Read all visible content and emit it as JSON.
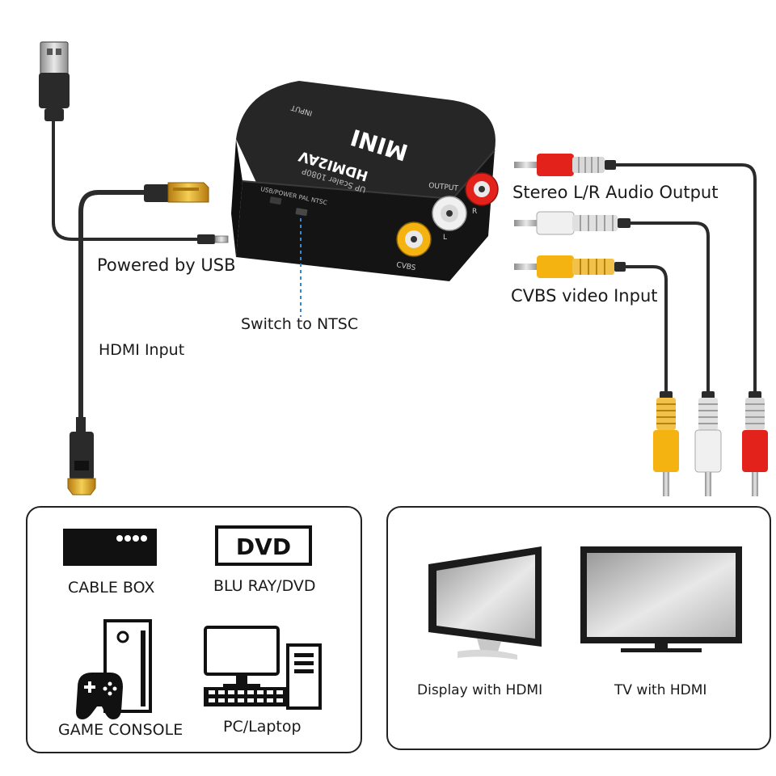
{
  "device": {
    "brand_text": "MINI",
    "model_text": "HDMI2AV",
    "sub_text": "UP Scaler 1080P",
    "input_port_text": "INPUT",
    "output_port_text": "OUTPUT",
    "side_text": "USB/POWER PAL NTSC",
    "cvbs_text": "CVBS",
    "l_text": "L",
    "r_text": "R"
  },
  "labels": {
    "stereo": "Stereo L/R Audio Output",
    "cvbs": "CVBS video Input",
    "usb": "Powered by USB",
    "ntsc": "Switch to NTSC",
    "hdmi": "HDMI Input"
  },
  "sources": {
    "cable_box": "CABLE BOX",
    "dvd_logo": "DVD",
    "bluray": "BLU RAY/DVD",
    "game_console": "GAME CONSOLE",
    "pc_laptop": "PC/Laptop"
  },
  "displays": {
    "display_hdmi": "Display with HDMI",
    "tv_hdmi": "TV with HDMI"
  },
  "colors": {
    "rca_red": "#e3221b",
    "rca_white": "#f0f0f0",
    "rca_yellow": "#f5b312",
    "cable": "#2b2b2b",
    "gold": "#e2a623",
    "device_body": "#1d1d1d"
  }
}
